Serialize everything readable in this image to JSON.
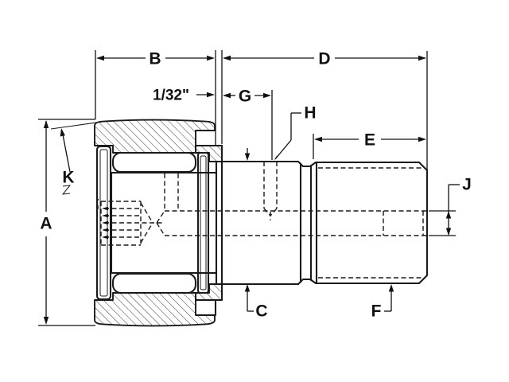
{
  "drawing": {
    "type": "engineering-dimension-diagram",
    "component": "stud-type cam follower bearing, sectioned side view",
    "labels": {
      "A": "A",
      "B": "B",
      "C": "C",
      "D": "D",
      "E": "E",
      "F": "F",
      "G": "G",
      "H": "H",
      "J": "J",
      "K": "K",
      "clearance": "1/32\""
    },
    "colors": {
      "line": "#1a1a1a",
      "background": "#ffffff",
      "hatch": "#3a3a3a"
    }
  }
}
